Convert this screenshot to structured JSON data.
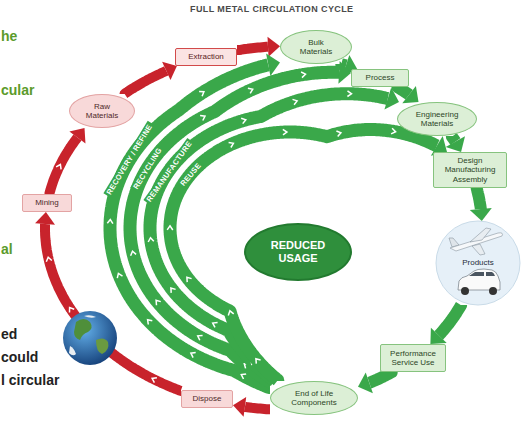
{
  "diagram": {
    "title": "FULL METAL CIRCULATION CYCLE",
    "nodes": [
      {
        "text": [
          "Extraction"
        ]
      },
      {
        "text": [
          "Bulk Materials"
        ]
      },
      {
        "text": [
          "Raw Materials"
        ]
      },
      {
        "text": [
          "Process"
        ]
      },
      {
        "text": [
          "Engineering Materials"
        ]
      },
      {
        "text": [
          "Mining"
        ]
      },
      {
        "text": [
          "Design Manufacturing Assembly"
        ]
      },
      {
        "text": [
          "REDUCED USAGE"
        ]
      },
      {
        "text": [
          "Products"
        ]
      },
      {
        "text": [
          "Performance Service Use"
        ]
      },
      {
        "text": [
          "Dispose"
        ]
      },
      {
        "text": [
          "End of Life Components"
        ]
      }
    ],
    "edges": [
      {
        "from": 11,
        "to": 10,
        "arrow": "to"
      },
      {
        "from": 10,
        "to": 5,
        "arrow": "to"
      },
      {
        "from": 5,
        "to": 2,
        "arrow": "to"
      },
      {
        "from": 2,
        "to": 0,
        "arrow": "to"
      },
      {
        "from": 0,
        "to": 1,
        "arrow": "to"
      },
      {
        "from": 1,
        "to": 3,
        "arrow": "to"
      },
      {
        "from": 3,
        "to": 4,
        "arrow": "to"
      },
      {
        "from": 4,
        "to": 6,
        "arrow": "to"
      },
      {
        "from": 6,
        "to": 8,
        "arrow": "to"
      },
      {
        "from": 8,
        "to": 9,
        "arrow": "to"
      },
      {
        "from": 9,
        "to": 11,
        "arrow": "to"
      },
      {
        "from": 11,
        "to": 1,
        "label": "RECOVERY / REFINE",
        "arrow": "to"
      },
      {
        "from": 11,
        "to": 3,
        "label": "RECYCLING",
        "arrow": "to"
      },
      {
        "from": 11,
        "to": 4,
        "label": "REMANUFACTURE",
        "arrow": "to"
      },
      {
        "from": 11,
        "to": 6,
        "label": "REUSE",
        "arrow": "to"
      }
    ],
    "labels": [
      "he",
      "cular",
      "al",
      "ed",
      "could",
      "l circular"
    ]
  }
}
